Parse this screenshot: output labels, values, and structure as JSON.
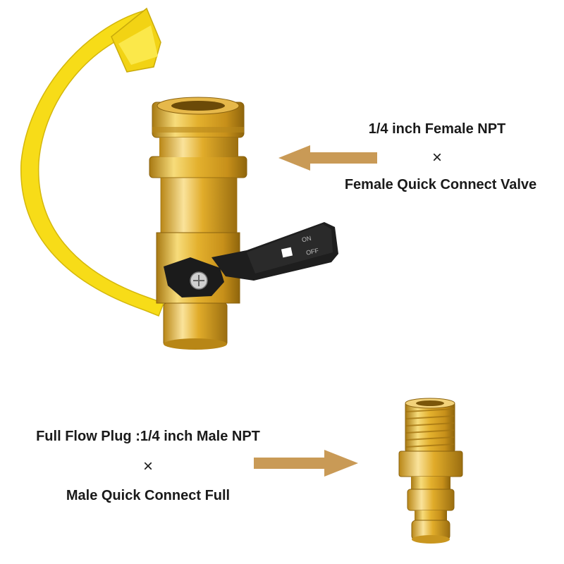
{
  "product_top": {
    "line1": "1/4 inch Female NPT",
    "cross": "×",
    "line2": "Female Quick Connect Valve",
    "valve_on_label": "ON",
    "valve_off_label": "OFF"
  },
  "product_bottom": {
    "line1": "Full Flow Plug :1/4 inch Male NPT",
    "cross": "×",
    "line2": "Male Quick Connect Full"
  },
  "colors": {
    "brass": "#d9a520",
    "brass_light": "#f6d979",
    "brass_dark": "#9a6f10",
    "cap_yellow": "#f7dc18",
    "arrow": "#c99a56",
    "lever": "#1b1b1b"
  }
}
